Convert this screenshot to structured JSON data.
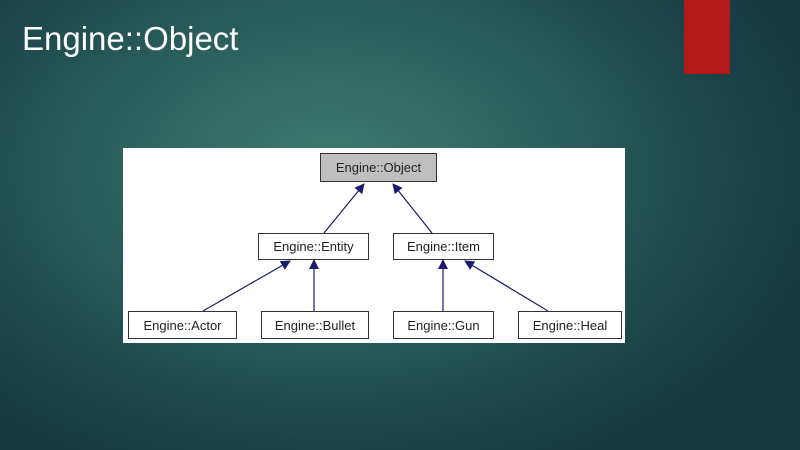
{
  "slide": {
    "title": "Engine::Object",
    "accent_color": "#b01a18"
  },
  "diagram": {
    "nodes": {
      "object": "Engine::Object",
      "entity": "Engine::Entity",
      "item": "Engine::Item",
      "actor": "Engine::Actor",
      "bullet": "Engine::Bullet",
      "gun": "Engine::Gun",
      "heal": "Engine::Heal"
    },
    "edges": [
      {
        "from": "Engine::Entity",
        "to": "Engine::Object"
      },
      {
        "from": "Engine::Item",
        "to": "Engine::Object"
      },
      {
        "from": "Engine::Actor",
        "to": "Engine::Entity"
      },
      {
        "from": "Engine::Bullet",
        "to": "Engine::Entity"
      },
      {
        "from": "Engine::Gun",
        "to": "Engine::Item"
      },
      {
        "from": "Engine::Heal",
        "to": "Engine::Item"
      }
    ],
    "edge_color": "#1a1a6e"
  }
}
